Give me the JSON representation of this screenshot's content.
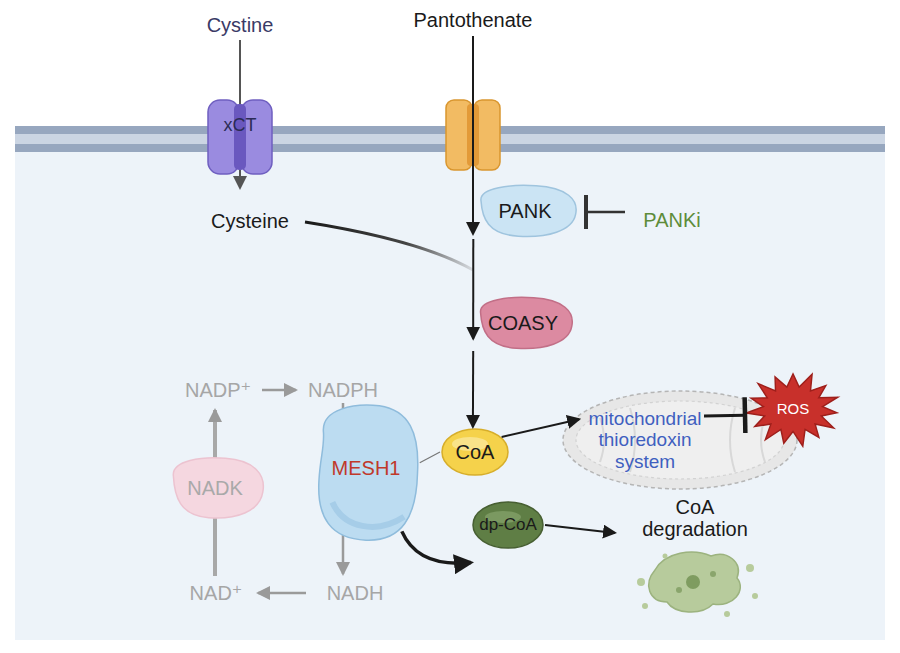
{
  "diagram": {
    "nodes": [
      {
        "text": [
          "xCT"
        ]
      },
      {
        "text": [
          "PANK"
        ]
      },
      {
        "text": [
          "COASY"
        ]
      },
      {
        "text": [
          "NADK"
        ]
      },
      {
        "text": [
          "MESH1"
        ]
      },
      {
        "text": [
          "CoA"
        ]
      },
      {
        "text": [
          "mitochondrial thioredoxin system"
        ]
      },
      {
        "text": [
          "ROS"
        ]
      },
      {
        "text": [
          "dp-CoA"
        ]
      },
      {
        "text": [
          "CoA degradation"
        ]
      }
    ],
    "edges": [
      {
        "from": 1,
        "to": 2,
        "arrow": "to"
      },
      {
        "from": 2,
        "to": 5,
        "arrow": "to"
      },
      {
        "from": 4,
        "to": 5,
        "arrow": "none"
      },
      {
        "from": 5,
        "to": 6,
        "arrow": "to"
      },
      {
        "from": 6,
        "to": 7,
        "arrow": "to"
      },
      {
        "from": 4,
        "to": 8,
        "arrow": "to"
      },
      {
        "from": 8,
        "to": 9,
        "arrow": "to"
      }
    ],
    "labels": [
      "Cystine",
      "Pantothenate",
      "Cysteine",
      "PANKi",
      "NADP⁺",
      "NADPH",
      "NAD⁺",
      "NADH"
    ]
  }
}
